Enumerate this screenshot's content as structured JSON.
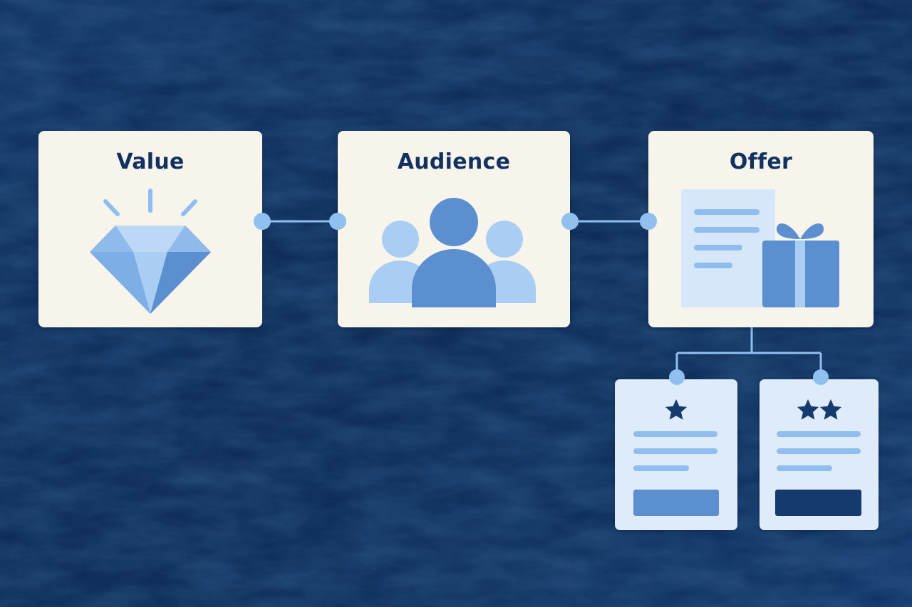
{
  "diagram": {
    "nodes": [
      {
        "id": "value",
        "label": "Value",
        "icon": "diamond-icon"
      },
      {
        "id": "audience",
        "label": "Audience",
        "icon": "people-group-icon"
      },
      {
        "id": "offer",
        "label": "Offer",
        "icon": "document-gift-icon"
      }
    ],
    "tiers": [
      {
        "id": "tier-1",
        "stars": 1,
        "icon": "star-icon"
      },
      {
        "id": "tier-2",
        "stars": 2,
        "icon": "star-icon"
      }
    ],
    "edges": [
      {
        "from": "value",
        "to": "audience"
      },
      {
        "from": "audience",
        "to": "offer"
      },
      {
        "from": "offer",
        "to": "tier-1"
      },
      {
        "from": "offer",
        "to": "tier-2"
      }
    ]
  },
  "colors": {
    "background": "#0d2d5c",
    "card": "#f7f4ec",
    "tier_card": "#deebfb",
    "title": "#123060",
    "connector": "#8fc0f0",
    "accent_light": "#a9cdf3",
    "accent_mid": "#5b8fd0",
    "accent_dark": "#143a6e"
  }
}
